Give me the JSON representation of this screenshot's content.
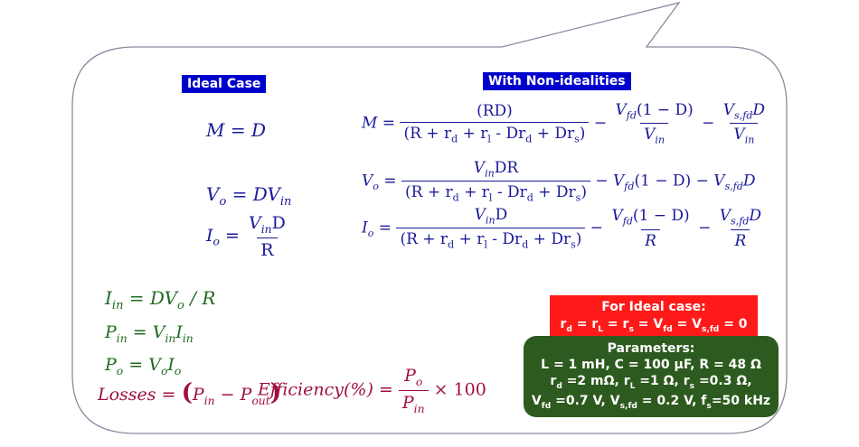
{
  "labels": {
    "ideal": "Ideal Case",
    "nonideal": "With Non-idealities"
  },
  "ideal": {
    "m": "M = D",
    "vo": "V",
    "vo_sub": "o",
    "vo_rhs": " = DV",
    "vo_rhs_sub": "in",
    "io": "I",
    "io_sub": "o",
    "io_num": "V",
    "io_num_sub": "in",
    "io_num_tail": "D",
    "io_den": "R",
    "iin": "I",
    "iin_sub": "in",
    "iin_rhs": " = DV",
    "iin_rhs_sub": "o",
    "iin_tail": " / R",
    "pin": "P",
    "pin_sub": "in",
    "pin_rhs": " = V",
    "pin_rhs_sub": "in",
    "pin_rhs2": "I",
    "pin_rhs2_sub": "in",
    "po": "P",
    "po_sub": "o",
    "po_rhs": " = V",
    "po_rhs_sub": "o",
    "po_rhs2": "I",
    "po_rhs2_sub": "o",
    "losses": "Losses = ",
    "losses_p1": "P",
    "losses_p1_sub": "in",
    "losses_minus": " − P",
    "losses_p2_sub": "out",
    "eff": "Efficiency(%) = ",
    "eff_num": "P",
    "eff_num_sub": "o",
    "eff_den": "P",
    "eff_den_sub": "in",
    "eff_tail": " × 100"
  },
  "nonideal": {
    "m_lhs": "M = ",
    "m_num1": "(RD)",
    "m_den": "(R + r",
    "m_den_sub1": "d",
    "m_den_p2": " + r",
    "m_den_sub2": "l",
    "m_den_p3": " - Dr",
    "m_den_sub3": "d",
    "m_den_p4": " + Dr",
    "m_den_sub4": "s",
    "m_den_p5": ")",
    "minus": " − ",
    "vfd": "V",
    "vfd_sub": "fd",
    "one_minus_d": "(1 − D)",
    "vin": "V",
    "vin_sub": "in",
    "vsfd": "V",
    "vsfd_sub": "s,fd",
    "d": "D",
    "vo_lhs": "V",
    "vo_lhs_sub": "o",
    "eq": " = ",
    "vo_num": "V",
    "vo_num_sub": "in",
    "vo_num_tail": "DR",
    "vo_den_p4": " - Dr",
    "vo_den_p5": " + Dr",
    "vo_den_sub4": "d",
    "io_lhs": "I",
    "io_lhs_sub": "o",
    "io_num_tail": "D",
    "r": "R"
  },
  "ideal_case_box": {
    "title": "For Ideal case:",
    "line_parts": [
      "r",
      "d",
      " = r",
      "L",
      " = r",
      "s",
      " = V",
      "fd",
      " = V",
      "s,fd",
      " = 0"
    ]
  },
  "params_box": {
    "title": "Parameters:",
    "line1": "L = 1 mH, C = 100 μF, R = 48 Ω",
    "line2_parts": [
      "r",
      "d",
      " =2 mΩ, r",
      "L",
      " =1 Ω, r",
      "s",
      " =0.3 Ω,"
    ],
    "line3_parts": [
      "V",
      "fd",
      " =0.7 V, V",
      "s,fd",
      " = 0.2 V, f",
      "s",
      "=50 kHz"
    ]
  }
}
